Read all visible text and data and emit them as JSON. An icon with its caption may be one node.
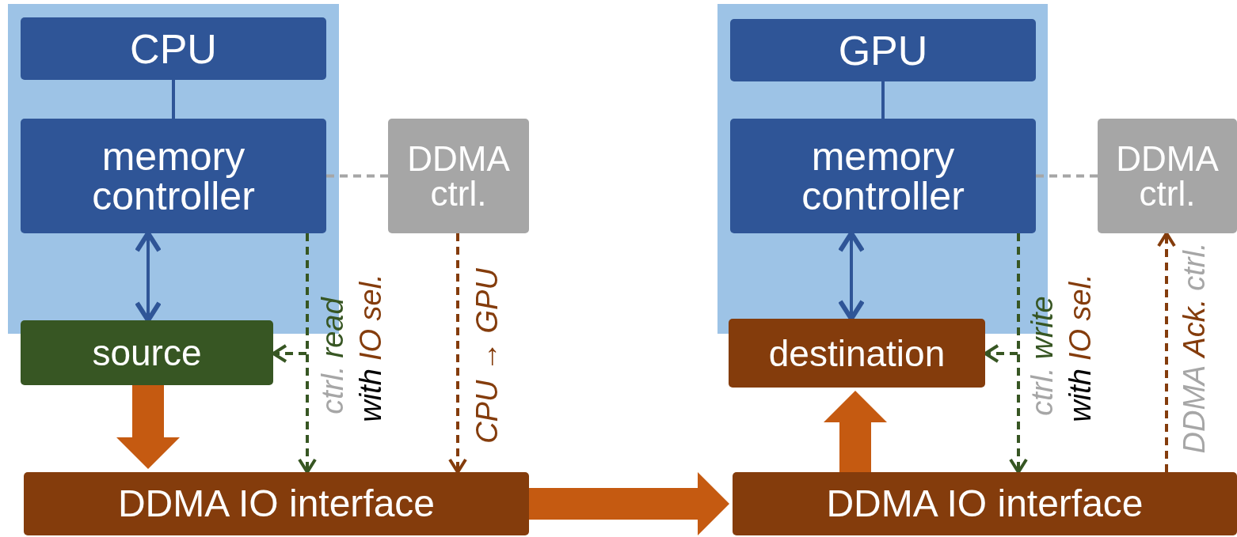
{
  "diagram": {
    "nodes": [
      {
        "text": [],
        "shape": "box"
      },
      {
        "text": [
          "CPU"
        ],
        "in": 0
      },
      {
        "text": [
          "memory controller"
        ],
        "in": 0
      },
      {
        "text": [
          "DDMA ctrl."
        ]
      },
      {
        "text": [
          "source"
        ]
      },
      {
        "text": [
          "DDMA IO interface"
        ]
      },
      {
        "text": [],
        "shape": "box"
      },
      {
        "text": [
          "GPU"
        ],
        "in": 6
      },
      {
        "text": [
          "memory controller"
        ],
        "in": 6
      },
      {
        "text": [
          "DDMA ctrl."
        ]
      },
      {
        "text": [
          "destination"
        ]
      },
      {
        "text": [
          "DDMA IO interface"
        ]
      }
    ],
    "edges": [
      {
        "from": 1,
        "to": 2,
        "arrow": "none",
        "color": "#2f5597"
      },
      {
        "from": 2,
        "to": 3,
        "arrow": "none",
        "style": "dashed",
        "color": "#a6a6a6"
      },
      {
        "from": 2,
        "to": 4,
        "arrow": "both",
        "color": "#2f5597"
      },
      {
        "from": 2,
        "to": 5,
        "arrow": "to",
        "style": "dashed",
        "color": "#375623"
      },
      {
        "from": 2,
        "to": 4,
        "arrow": "to",
        "style": "dashed",
        "color": "#375623"
      },
      {
        "from": 3,
        "to": 5,
        "arrow": "to",
        "style": "dashed",
        "color": "#843c0c"
      },
      {
        "from": 4,
        "to": 5,
        "arrow": "to",
        "style": "thick",
        "color": "#c55a11"
      },
      {
        "from": 5,
        "to": 11,
        "arrow": "to",
        "style": "thick",
        "color": "#c55a11"
      },
      {
        "from": 7,
        "to": 8,
        "arrow": "none",
        "color": "#2f5597"
      },
      {
        "from": 8,
        "to": 9,
        "arrow": "none",
        "style": "dashed",
        "color": "#a6a6a6"
      },
      {
        "from": 8,
        "to": 10,
        "arrow": "both",
        "color": "#2f5597"
      },
      {
        "from": 8,
        "to": 11,
        "arrow": "to",
        "style": "dashed",
        "color": "#375623"
      },
      {
        "from": 8,
        "to": 10,
        "arrow": "to",
        "style": "dashed",
        "color": "#375623"
      },
      {
        "from": 11,
        "to": 10,
        "arrow": "to",
        "style": "thick",
        "color": "#c55a11"
      },
      {
        "from": 11,
        "to": 9,
        "arrow": "to",
        "style": "dashed",
        "color": "#843c0c"
      }
    ],
    "labels": [
      "ctrl.",
      "read",
      "with",
      "IO sel.",
      "CPU → GPU",
      "ctrl.",
      "write",
      "with",
      "IO sel.",
      "DDMA",
      "Ack.",
      "ctrl."
    ]
  }
}
